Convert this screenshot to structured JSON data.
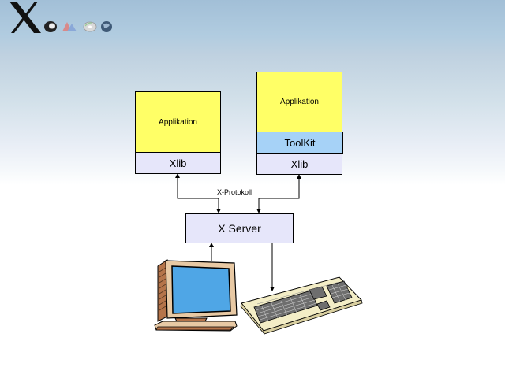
{
  "logo": {
    "letter": "X",
    "icons": [
      "gnome-foot-icon",
      "triangle-logo-icon",
      "cd-disc-icon",
      "globe-icon"
    ]
  },
  "diagram": {
    "left_stack": {
      "application_label": "Applikation",
      "xlib_label": "Xlib"
    },
    "right_stack": {
      "application_label": "Applikation",
      "toolkit_label": "ToolKit",
      "xlib_label": "Xlib"
    },
    "protocol_label": "X-Protokoll",
    "server_label": "X Server",
    "devices": [
      "monitor",
      "keyboard"
    ]
  },
  "colors": {
    "application": "#FFFF66",
    "xlib": "#E6E6FA",
    "toolkit": "#A6D2F7",
    "xserver": "#E6E6FA",
    "monitor_screen": "#4FA6E6",
    "monitor_case": "#E8C9A4",
    "keyboard_case": "#F3EDC6"
  }
}
